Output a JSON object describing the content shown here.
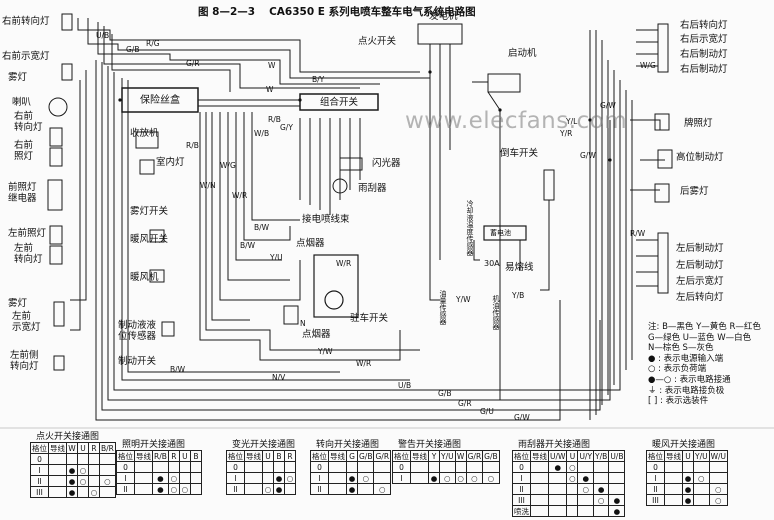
{
  "title": {
    "figure_no": "图 8—2—3",
    "text": "CA6350 E 系列电喷车整车电气系统电路图"
  },
  "watermark": "www.elecfans.com",
  "components": {
    "left_front_turn_top": "右前转向灯",
    "right_front_marker": "右前示宽灯",
    "fog_lamp_top": "雾灯",
    "horn": "喇叭",
    "right_front_turn": "右前\n转向灯",
    "right_front_head": "右前\n照灯",
    "head_relay": "前照灯\n继电器",
    "left_front_head": "左前照灯",
    "left_front_turn": "左前\n转向灯",
    "fog_lamp_bottom": "雾灯",
    "left_front_marker": "左前\n示宽灯",
    "left_side_turn": "左前侧\n转向灯",
    "fuse_box": "保险丝盒",
    "radio": "收放机",
    "dome_light": "室内灯",
    "fog_switch": "雾灯开关",
    "heater_switch": "暖风开关",
    "heater_motor": "暖风机",
    "brake_fluid_sensor": "制动液液\n位传感器",
    "brake_switch": "制动开关",
    "generator": "发电机",
    "ignition_switch": "点火开关",
    "combo_switch": "组合开关",
    "flasher": "闪光器",
    "wiper": "雨刮器",
    "efi_harness": "接电喷线束",
    "cigarette_lighter_1": "点烟器",
    "cigarette_lighter_2": "点烟器",
    "parking_switch": "驻车开关",
    "starter": "启动机",
    "reverse_switch": "倒车开关",
    "fuel_gauge": "油量传感器",
    "water_temp_sensor": "冷却液温度传感器",
    "oil_sensor": "机油传感器",
    "battery": "蓄电池",
    "fusible_link": "易熔线",
    "fusible_amp": "30A",
    "right_rear_turn": "右后转向灯",
    "right_rear_marker": "右后示宽灯",
    "right_rear_brake_1": "右后制动灯",
    "right_rear_brake_2": "右后制动灯",
    "plate_light": "牌照灯",
    "high_brake": "高位制动灯",
    "rear_fog": "后雾灯",
    "left_rear_brake_1": "左后制动灯",
    "left_rear_brake_2": "左后制动灯",
    "left_rear_marker": "左后示宽灯",
    "left_rear_turn": "左后转向灯"
  },
  "legend": {
    "title": "注",
    "lines": [
      "注: B—黑色  Y—黄色  R—红色",
      "    G—绿色  U—蓝色  W—白色",
      "    N—棕色  S—灰色",
      "  ● : 表示电源输入端",
      "  ○ : 表示负荷端",
      " ●—○ : 表示电路接通",
      " ⏚ : 表示电路接负极",
      " [  ] : 表示选装件"
    ]
  },
  "switch_tables": [
    {
      "title": "点火开关接通图",
      "header": [
        "格位",
        "导线",
        "W",
        "U",
        "R",
        "B/R"
      ],
      "rows": [
        [
          "0",
          "",
          "",
          "",
          "",
          ""
        ],
        [
          "I",
          "",
          "●",
          "○",
          "",
          ""
        ],
        [
          "II",
          "",
          "●",
          "○",
          "",
          "○"
        ],
        [
          "III",
          "",
          "●",
          "",
          "○",
          ""
        ]
      ]
    },
    {
      "title": "照明开关接通图",
      "header": [
        "格位",
        "导线",
        "R/B",
        "R",
        "U",
        "B"
      ],
      "rows": [
        [
          "0",
          "",
          "",
          "",
          "",
          ""
        ],
        [
          "I",
          "",
          "●",
          "○",
          "",
          ""
        ],
        [
          "II",
          "",
          "●",
          "○",
          "○",
          ""
        ]
      ]
    },
    {
      "title": "变光开关接通图",
      "header": [
        "格位",
        "导线",
        "U",
        "B",
        "R"
      ],
      "rows": [
        [
          "0",
          "",
          "",
          "",
          ""
        ],
        [
          "I",
          "",
          "",
          "●",
          "○"
        ],
        [
          "II",
          "",
          "○",
          "●",
          ""
        ]
      ]
    },
    {
      "title": "转向开关接通图",
      "header": [
        "格位",
        "导线",
        "G",
        "G/B",
        "G/R"
      ],
      "rows": [
        [
          "0",
          "",
          "",
          "",
          ""
        ],
        [
          "I",
          "",
          "●",
          "○",
          ""
        ],
        [
          "II",
          "",
          "●",
          "",
          "○"
        ]
      ]
    },
    {
      "title": "警告开关接通图",
      "header": [
        "格位",
        "导线",
        "Y",
        "Y/U",
        "W",
        "G/R",
        "G/B"
      ],
      "rows": [
        [
          "0",
          "",
          "",
          "",
          "",
          "",
          ""
        ],
        [
          "I",
          "",
          "●",
          "○",
          "○",
          "○",
          "○"
        ]
      ]
    },
    {
      "title": "雨刮器开关接通图",
      "header": [
        "格位",
        "导线",
        "U/W",
        "U",
        "U/Y",
        "Y/B",
        "U/B"
      ],
      "rows": [
        [
          "0",
          "",
          "●",
          "○",
          "",
          "",
          ""
        ],
        [
          "I",
          "",
          "",
          "○",
          "●",
          "",
          ""
        ],
        [
          "II",
          "",
          "",
          "",
          "○",
          "●",
          ""
        ],
        [
          "III",
          "",
          "",
          "",
          "",
          "○",
          "●"
        ],
        [
          "喷洗",
          "",
          "",
          "",
          "",
          "",
          "●"
        ]
      ]
    },
    {
      "title": "暖风开关接通图",
      "header": [
        "格位",
        "导线",
        "U",
        "Y/U",
        "W/U"
      ],
      "rows": [
        [
          "0",
          "",
          "",
          "",
          ""
        ],
        [
          "I",
          "",
          "●",
          "○",
          ""
        ],
        [
          "II",
          "",
          "●",
          "",
          "○"
        ],
        [
          "III",
          "",
          "●",
          "",
          "○"
        ]
      ]
    }
  ],
  "wire_labels": [
    "U/B",
    "G/B",
    "R/G",
    "G/R",
    "W",
    "B/Y",
    "W",
    "R/B",
    "G/Y",
    "W/B",
    "R/B",
    "W/G",
    "B/W",
    "Y/U",
    "W/R",
    "W/R",
    "U/B",
    "G/B",
    "G/R",
    "G/U",
    "G/W",
    "Y/W",
    "Y/B",
    "N",
    "N/V",
    "Y/W",
    "W/R",
    "G/W",
    "G/W",
    "W/N",
    "B/W",
    "B/W",
    "Y/L",
    "Y/R",
    "R/W",
    "W/G"
  ]
}
